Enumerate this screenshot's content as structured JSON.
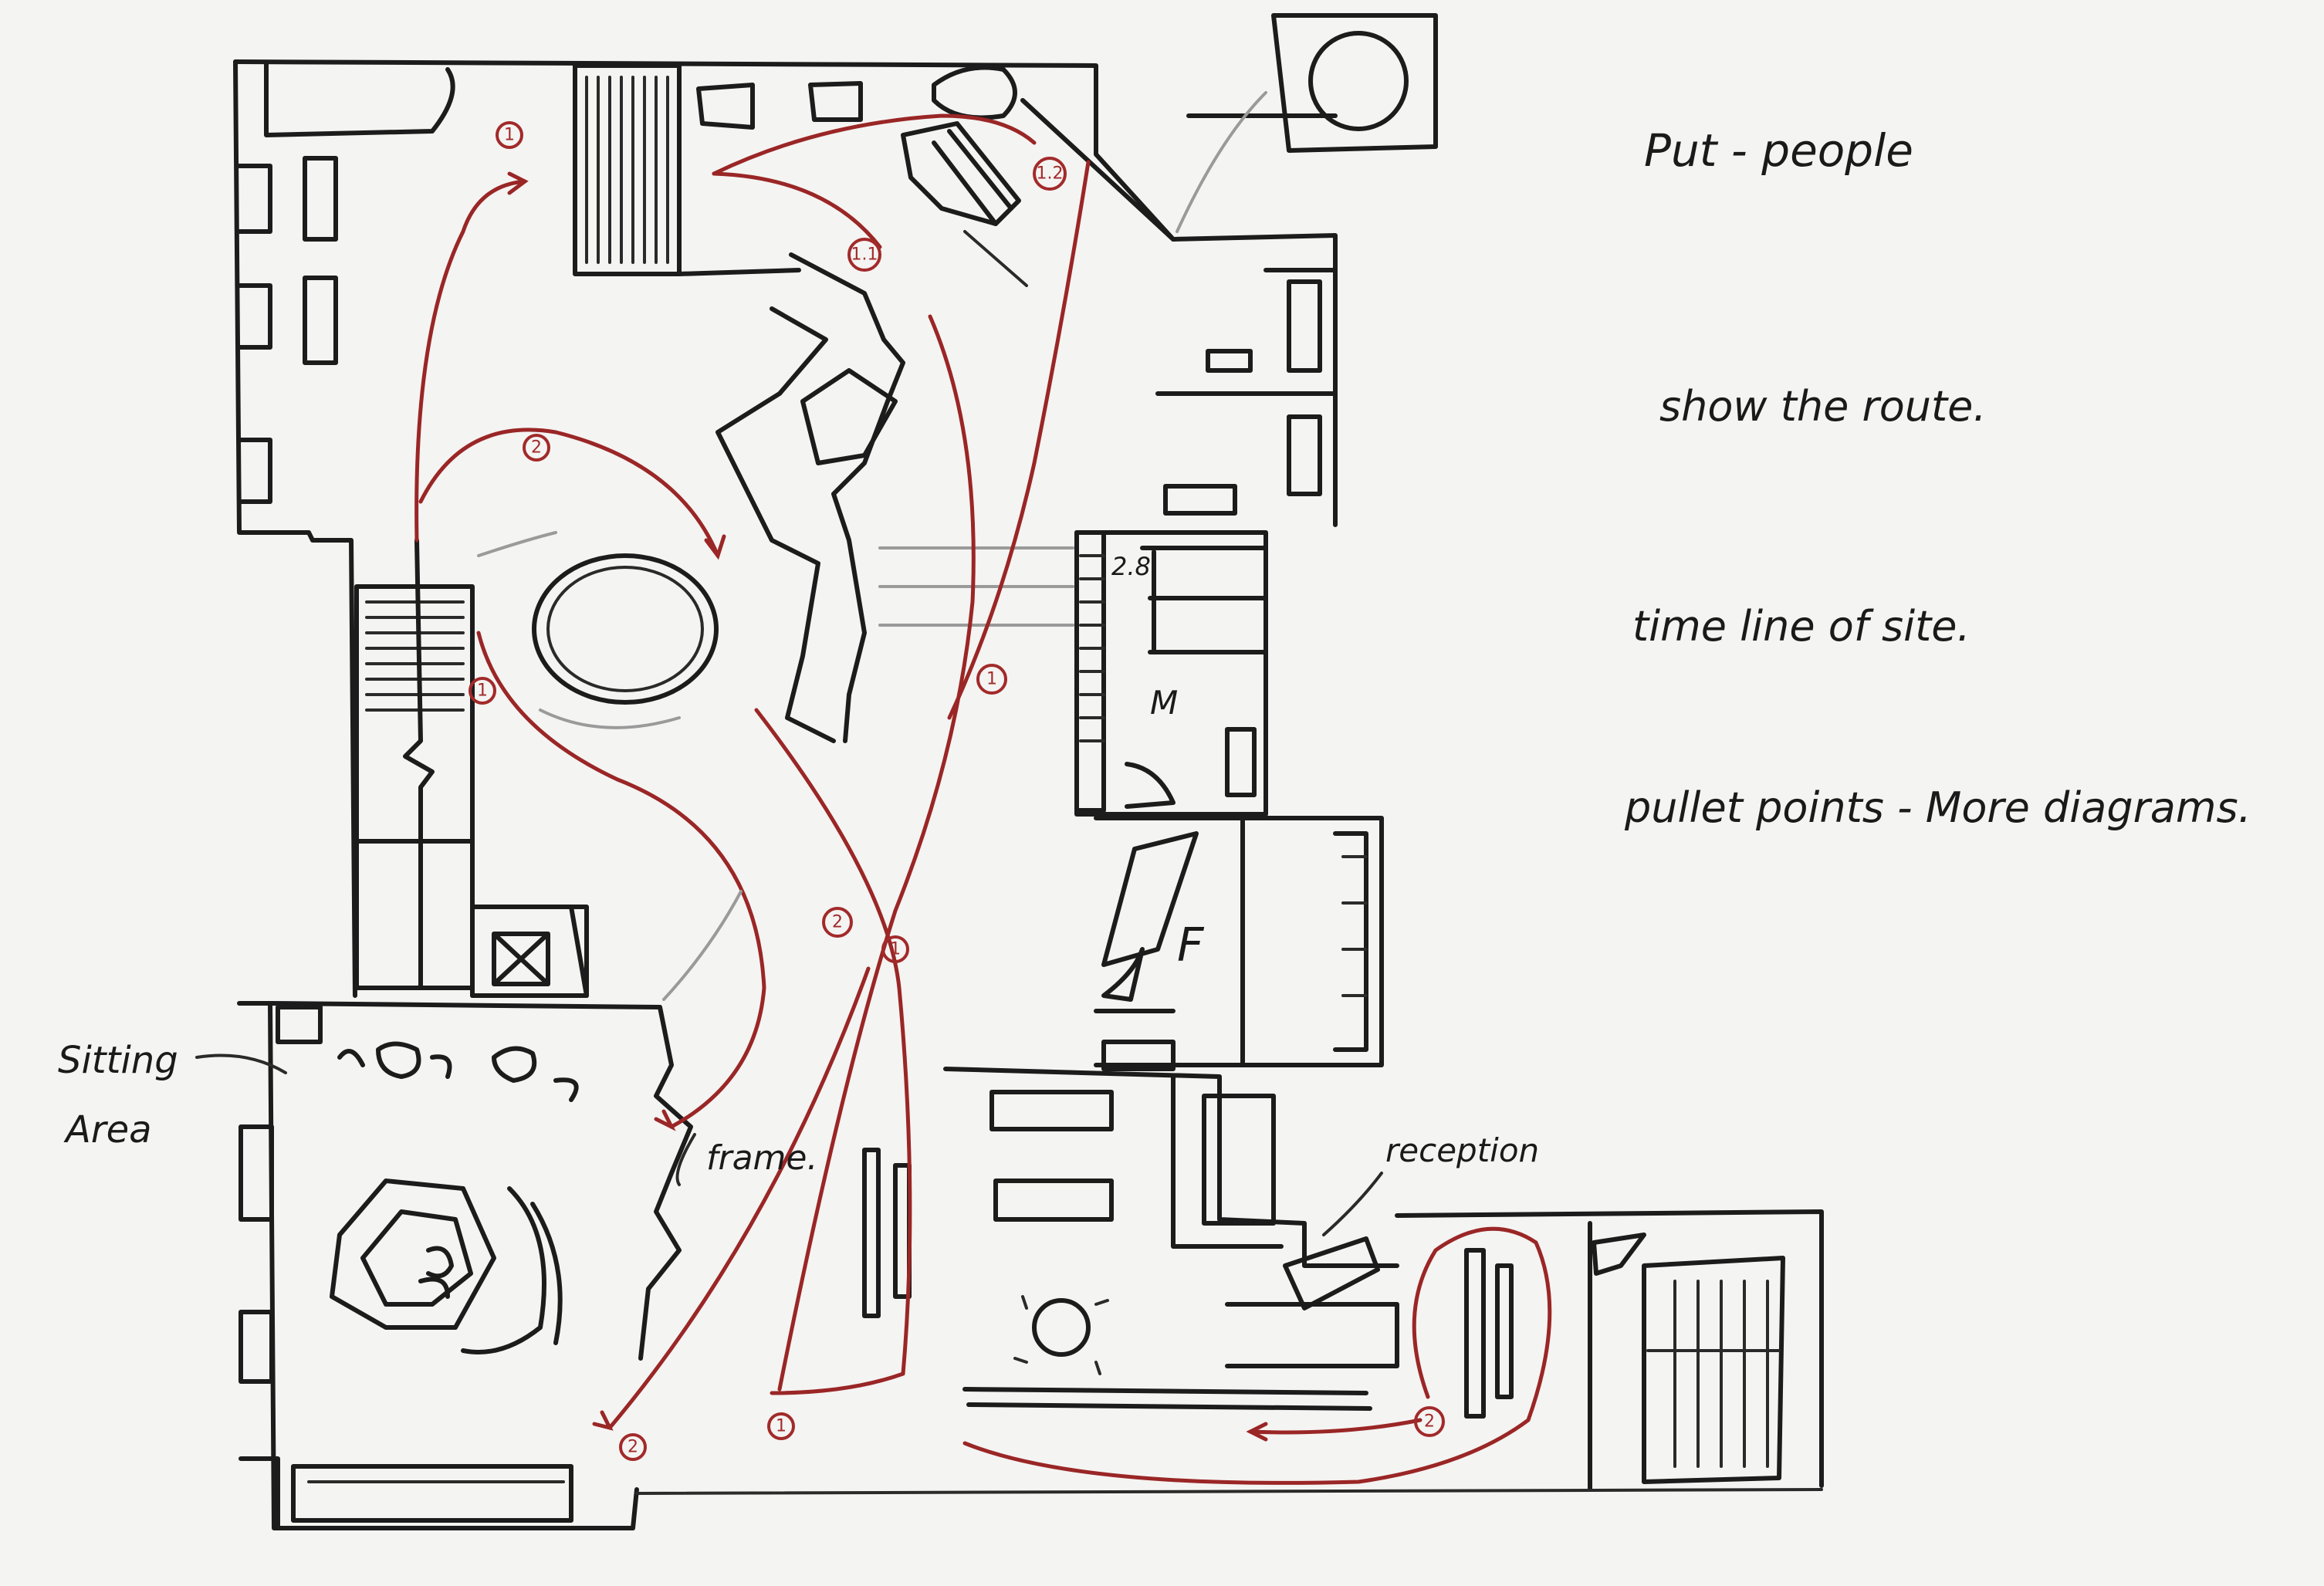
{
  "notes": [
    {
      "id": "put-people",
      "text": "Put - people"
    },
    {
      "id": "show-route",
      "text": "show the route."
    },
    {
      "id": "time-line",
      "text": "time line of site."
    },
    {
      "id": "bullet-points",
      "text": "pullet points - More diagrams."
    }
  ],
  "labels": {
    "sitting_area_line1": "Sitting",
    "sitting_area_line2": "Area",
    "frame": "frame.",
    "reception": "reception",
    "room_m": "M",
    "room_f": "F",
    "dimension": "2.8"
  },
  "route_markers": [
    {
      "id": "m1",
      "text": "1"
    },
    {
      "id": "m2",
      "text": "1.1"
    },
    {
      "id": "m3",
      "text": "1.2"
    },
    {
      "id": "m4",
      "text": "2"
    },
    {
      "id": "m5",
      "text": "1"
    },
    {
      "id": "m6",
      "text": "1"
    },
    {
      "id": "m7",
      "text": "2"
    },
    {
      "id": "m8",
      "text": "1"
    },
    {
      "id": "m9",
      "text": "2"
    },
    {
      "id": "m10",
      "text": "1"
    },
    {
      "id": "m11",
      "text": "2"
    }
  ],
  "colors": {
    "ink": "#1c1c1c",
    "route": "#9a2626",
    "paper": "#f4f4f2"
  }
}
